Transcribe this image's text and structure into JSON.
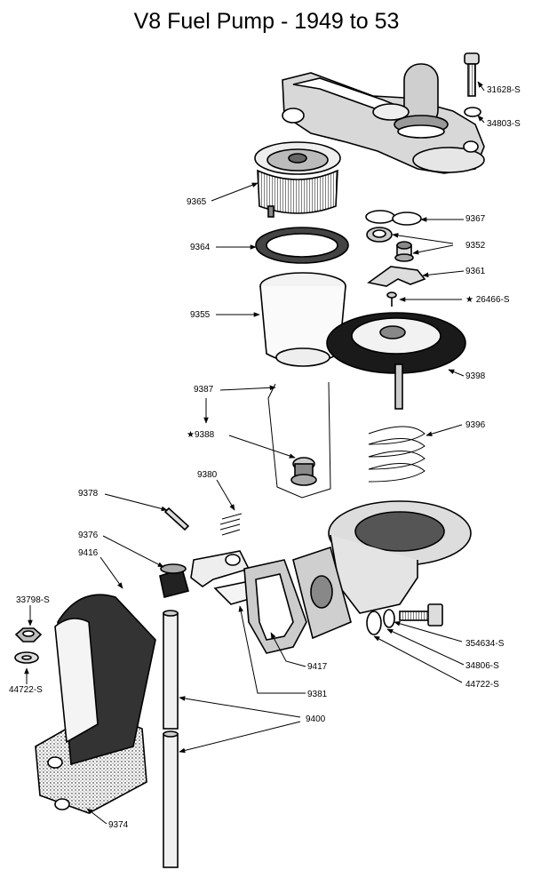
{
  "title": "V8 Fuel Pump - 1949 to 53",
  "labels": {
    "l31628": "31628-S",
    "l34803": "34803-S",
    "l9365": "9365",
    "l9367": "9367",
    "l9364": "9364",
    "l9352": "9352",
    "l9361": "9361",
    "l26466": "★ 26466-S",
    "l9355": "9355",
    "l9398": "9398",
    "l9387": "9387",
    "l9396": "9396",
    "l9388": "★9388",
    "l9380": "9380",
    "l9378": "9378",
    "l9376": "9376",
    "l9416": "9416",
    "l33798": "33798-S",
    "l354634": "354634-S",
    "l9417": "9417",
    "l34806": "34806-S",
    "l44722b": "44722-S",
    "l44722a": "44722-S",
    "l9381": "9381",
    "l9400": "9400",
    "l9374": "9374"
  }
}
